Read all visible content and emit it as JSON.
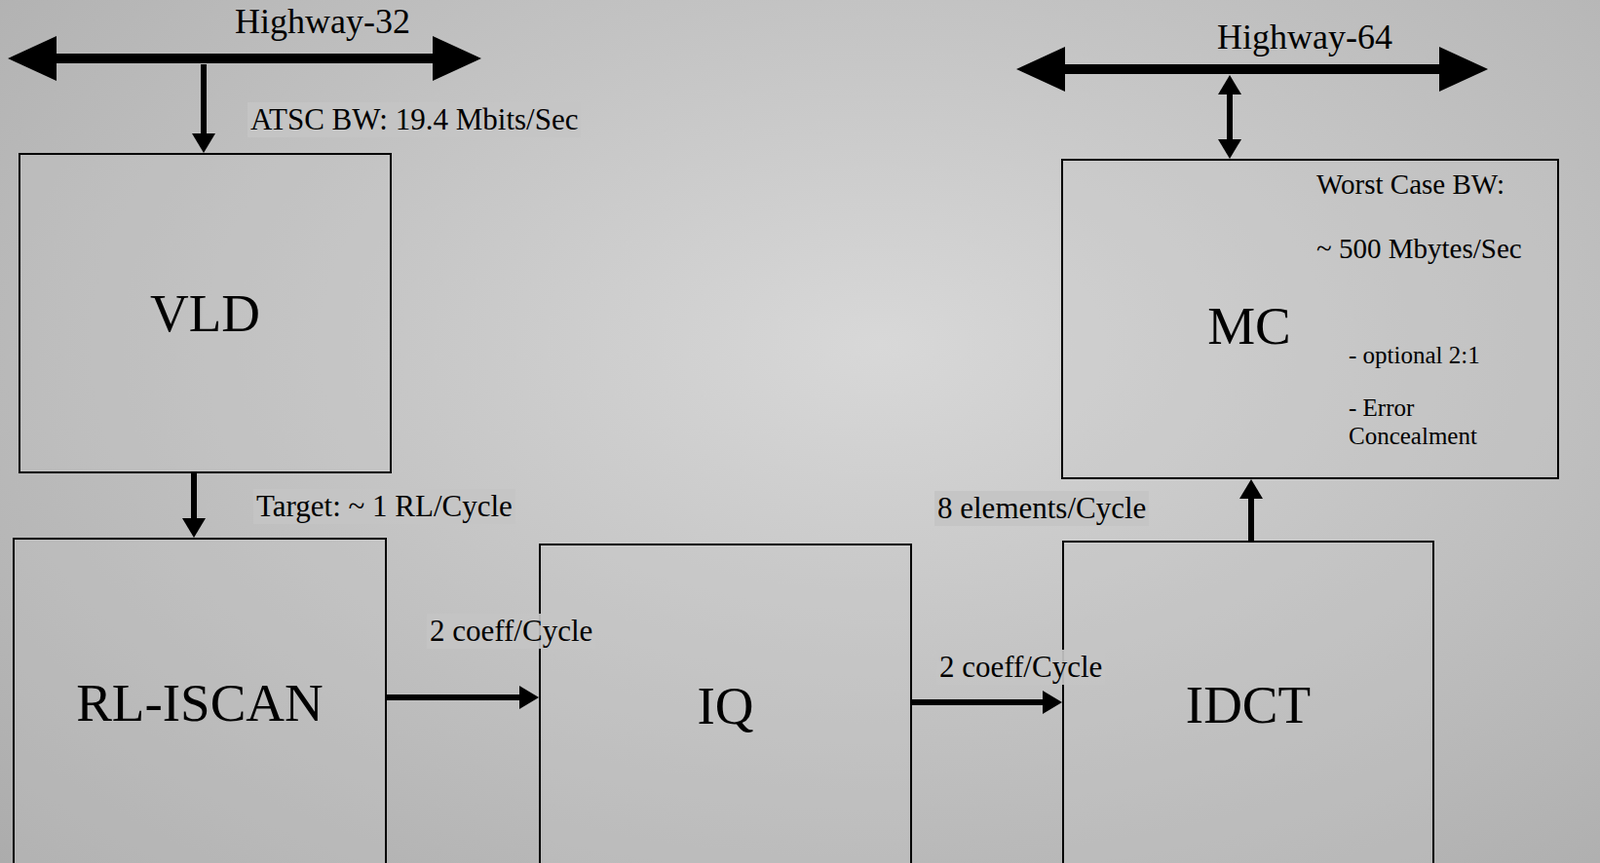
{
  "diagram": {
    "nodes": [
      {
        "text": [
          "Highway-32"
        ]
      },
      {
        "text": [
          "Highway-64"
        ]
      },
      {
        "text": [
          "VLD"
        ]
      },
      {
        "text": [
          "MC",
          "Worst  Case BW:",
          "~  500 Mbytes/Sec",
          "- optional 2:1",
          "- Error Concealment"
        ]
      },
      {
        "text": [
          "RL-ISCAN"
        ]
      },
      {
        "text": [
          "IQ"
        ]
      },
      {
        "text": [
          "IDCT"
        ]
      }
    ],
    "edges": [
      {
        "from": 0,
        "to": 2,
        "label": "ATSC BW: 19.4 Mbits/Sec",
        "arrow": "to"
      },
      {
        "from": 1,
        "to": 3,
        "arrow": "both"
      },
      {
        "from": 2,
        "to": 4,
        "label": "Target: ~ 1 RL/Cycle",
        "arrow": "to"
      },
      {
        "from": 4,
        "to": 5,
        "label": "2 coeff/Cycle",
        "arrow": "to"
      },
      {
        "from": 5,
        "to": 6,
        "label": "2 coeff/Cycle",
        "arrow": "to"
      },
      {
        "from": 6,
        "to": 3,
        "label": "8 elements/Cycle",
        "arrow": "to"
      }
    ]
  }
}
